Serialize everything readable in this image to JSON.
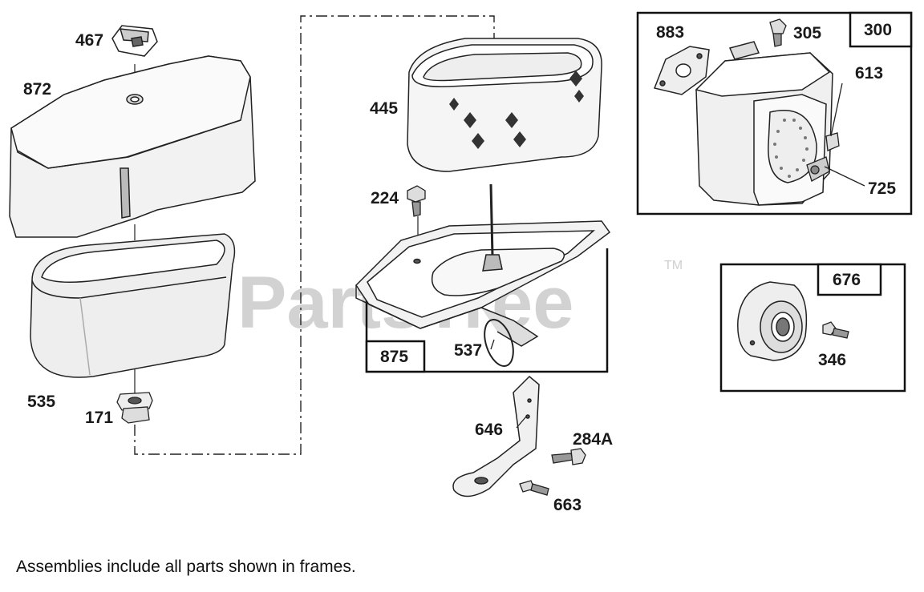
{
  "watermark": {
    "text": "PartsTree",
    "tm": "TM"
  },
  "frames": {
    "frame_300": "300",
    "frame_676": "676",
    "frame_875": "875"
  },
  "labels": {
    "p467": "467",
    "p872": "872",
    "p445": "445",
    "p224": "224",
    "p875": "875",
    "p537": "537",
    "p535": "535",
    "p171": "171",
    "p646": "646",
    "p284a": "284A",
    "p663": "663",
    "p883": "883",
    "p305": "305",
    "p613": "613",
    "p725": "725",
    "p346": "346"
  },
  "footer": {
    "note": "Assemblies include all parts shown in frames."
  }
}
